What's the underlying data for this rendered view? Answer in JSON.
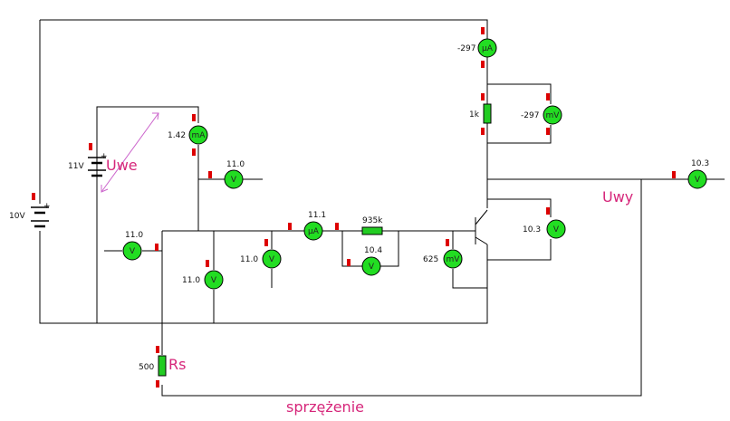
{
  "annotations": {
    "input_voltage": "Uwe",
    "output_voltage": "Uwy",
    "feedback_resistor": "Rs",
    "feedback": "sprzężenie"
  },
  "sources": {
    "supply": "10V",
    "input": "11V"
  },
  "components": {
    "collector_resistor": "1k",
    "base_resistor": "935k",
    "feedback_resistor_value": "500"
  },
  "meter_units": {
    "volt": "V",
    "millivolt": "mV",
    "milliamp": "mA",
    "microamp": "µA"
  },
  "readings": {
    "collector_current": "-297",
    "collector_resistor_voltage": "-297",
    "input_current": "1.42",
    "input_voltage_top": "11.0",
    "input_voltage_left": "11.0",
    "input_voltage_mid": "11.0",
    "input_voltage_low": "11.0",
    "base_current": "11.1",
    "base_resistor_voltage": "10.4",
    "base_emitter_voltage": "625",
    "collector_emitter_voltage": "10.3",
    "output_voltage": "10.3"
  },
  "colors": {
    "meter_fill": "#22dd22",
    "pin_red": "#dd0000",
    "resistor_fill": "#22cc22",
    "annotation": "#d6267a"
  }
}
